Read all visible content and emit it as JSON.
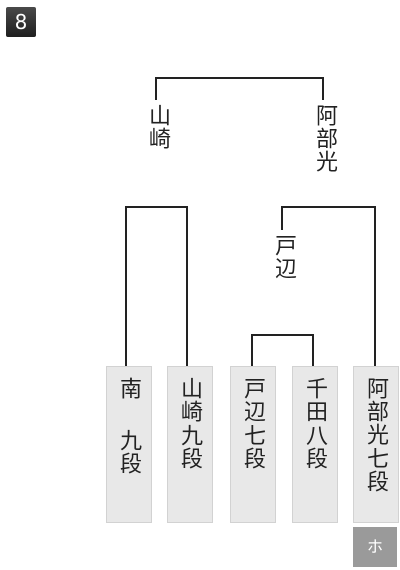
{
  "header": {
    "match_number": "8"
  },
  "final": {
    "left_name": "山崎",
    "right_name": "阿部光"
  },
  "semifinal": {
    "winner_name": "戸辺"
  },
  "players": [
    {
      "name": "南",
      "rank": "九段"
    },
    {
      "name": "山崎",
      "rank": "九段"
    },
    {
      "name": "戸辺",
      "rank": "七段"
    },
    {
      "name": "千田",
      "rank": "八段"
    },
    {
      "name": "阿部光",
      "rank": "七段"
    }
  ],
  "seed_tag": "ホ",
  "colors": {
    "line": "#222222",
    "card_bg": "#e8e8e8",
    "badge_bg": "#2b2b2b",
    "tag_bg": "#9a9a9a"
  }
}
